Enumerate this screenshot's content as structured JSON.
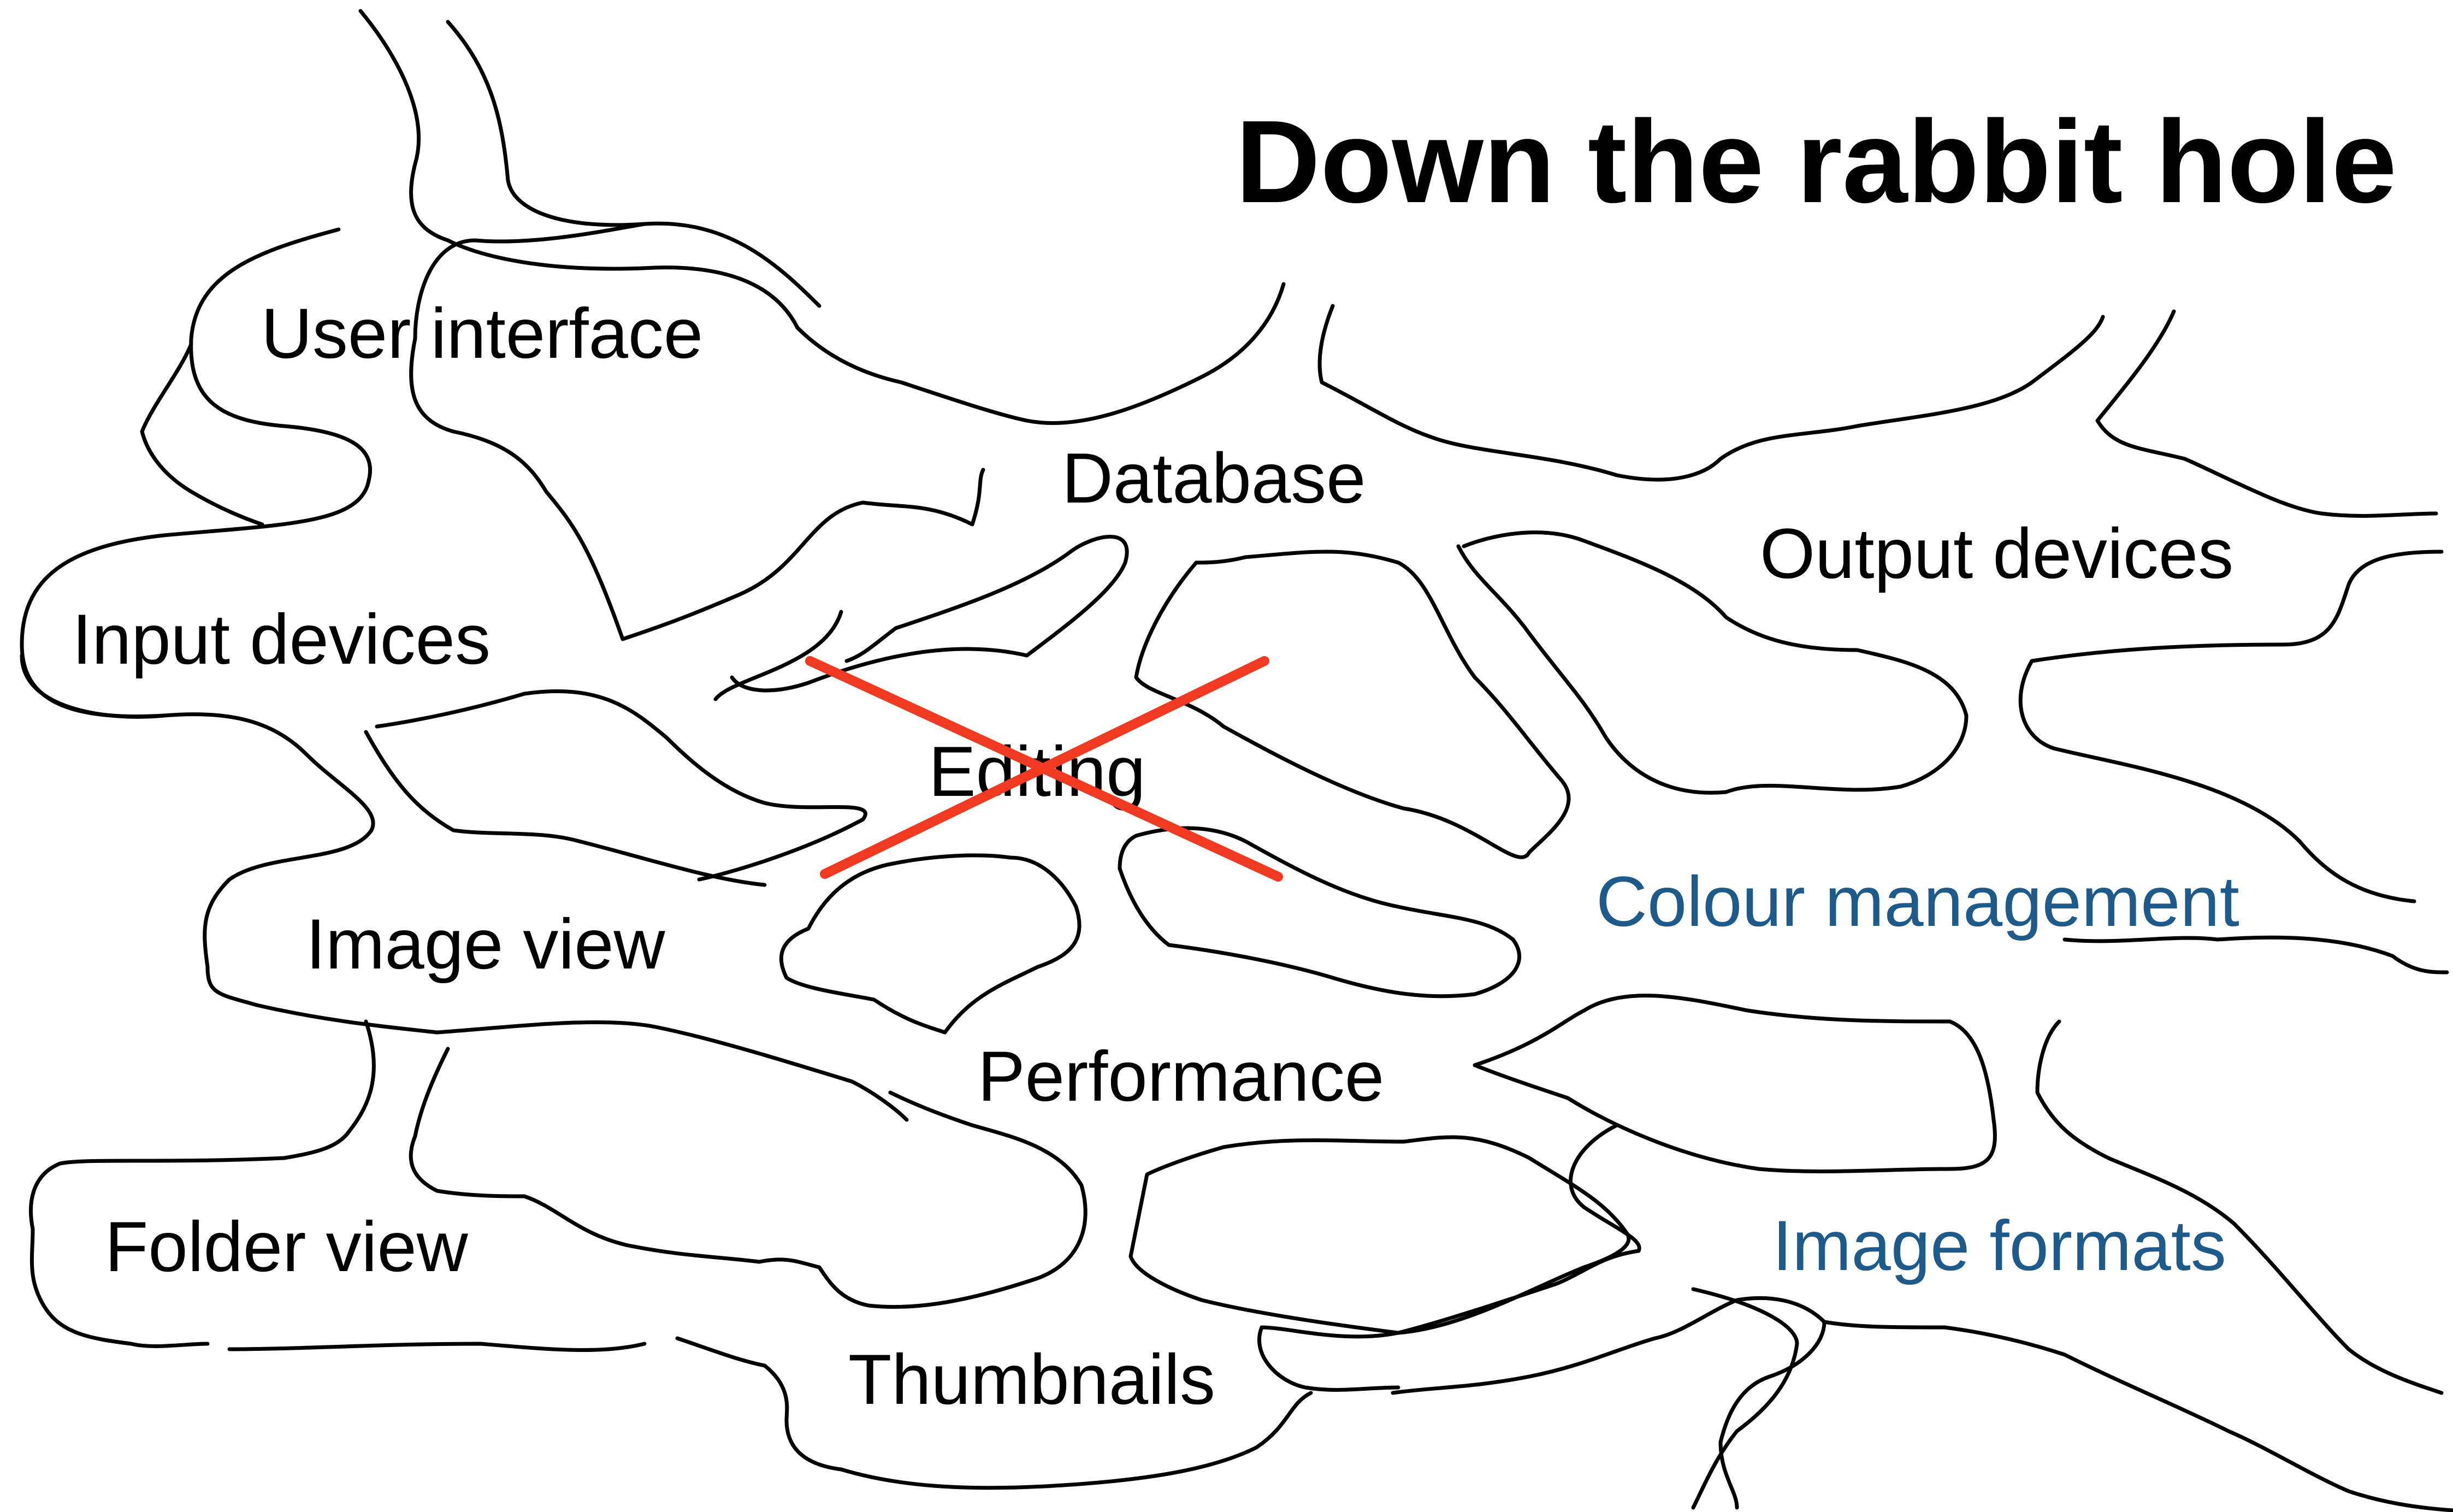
{
  "title": "Down the rabbit hole",
  "colors": {
    "ink": "#000000",
    "accent_blue": "#1e5a8a",
    "cross_red": "#f03a22"
  },
  "chambers": [
    {
      "id": "user-interface",
      "label": "User interface",
      "tone": "ink"
    },
    {
      "id": "database",
      "label": "Database",
      "tone": "ink"
    },
    {
      "id": "output-devices",
      "label": "Output devices",
      "tone": "ink"
    },
    {
      "id": "input-devices",
      "label": "Input devices",
      "tone": "ink"
    },
    {
      "id": "editing",
      "label": "Editing",
      "tone": "ink",
      "crossed_out": true
    },
    {
      "id": "colour-management",
      "label": "Colour management",
      "tone": "accent_blue"
    },
    {
      "id": "image-view",
      "label": "Image view",
      "tone": "ink"
    },
    {
      "id": "performance",
      "label": "Performance",
      "tone": "ink"
    },
    {
      "id": "folder-view",
      "label": "Folder view",
      "tone": "ink"
    },
    {
      "id": "image-formats",
      "label": "Image formats",
      "tone": "accent_blue"
    },
    {
      "id": "thumbnails",
      "label": "Thumbnails",
      "tone": "ink"
    }
  ]
}
